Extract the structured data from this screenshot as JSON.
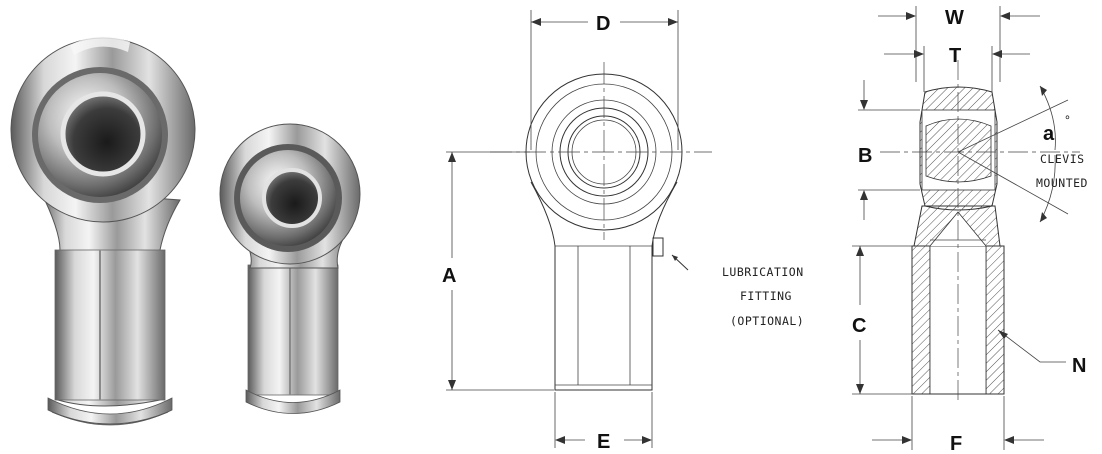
{
  "dimensions": {
    "A": "A",
    "B": "B",
    "C": "C",
    "D": "D",
    "E": "E",
    "F": "F",
    "N": "N",
    "T": "T",
    "W": "W",
    "a": "a",
    "degree": "°"
  },
  "notes": {
    "lubrication": [
      "LUBRICATION",
      "FITTING",
      "(OPTIONAL)"
    ],
    "clevis": [
      "CLEVIS",
      "MOUNTED"
    ]
  }
}
